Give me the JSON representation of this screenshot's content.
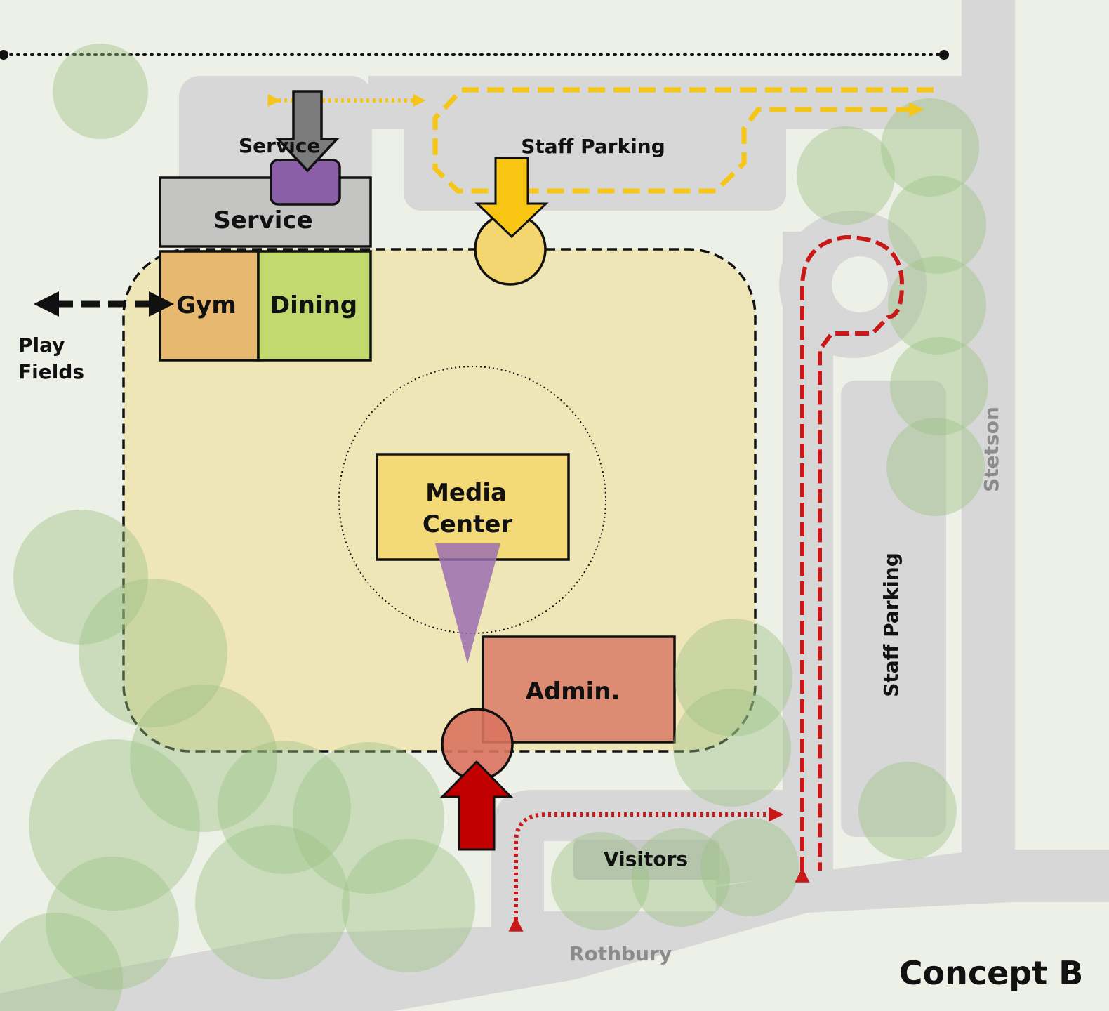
{
  "title": "Concept B",
  "buildings": {
    "service": "Service",
    "gym": "Gym",
    "dining": "Dining",
    "media_center_line1": "Media",
    "media_center_line2": "Center",
    "admin": "Admin."
  },
  "labels": {
    "service_lot": "Service",
    "staff_parking_north": "Staff Parking",
    "staff_parking_east": "Staff Parking",
    "visitors": "Visitors",
    "play_fields_line1": "Play",
    "play_fields_line2": "Fields"
  },
  "streets": {
    "stetson": "Stetson",
    "rothbury": "Rothbury"
  },
  "colors": {
    "background": "#edf0e6",
    "road": "#d6d7d6",
    "campus_zone": "#efe6b8",
    "tree": "#9cc283",
    "service": "#c4c5c3",
    "gym": "#e6b870",
    "dining": "#c2d96f",
    "media_center": "#f4d979",
    "admin": "#dd8b72",
    "service_dock": "#8a5fa8",
    "service_arrow": "#7b7b7b",
    "staff_arrow": "#f7c512",
    "staff_route": "#f5c518",
    "visitor_arrow": "#c00000",
    "visitor_route": "#c81818",
    "view_cone": "#9b6fb0",
    "street_label": "#8b8b8b"
  }
}
